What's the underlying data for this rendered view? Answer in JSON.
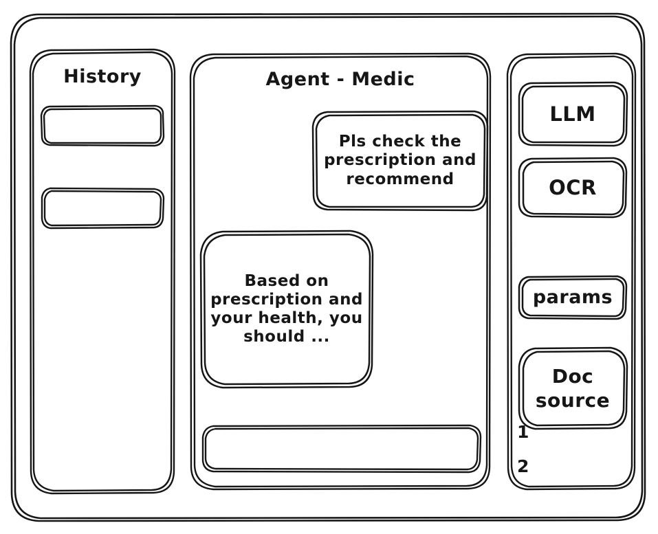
{
  "window": {
    "frame_name": "app-window"
  },
  "history": {
    "title": "History",
    "items": [
      {
        "label": ""
      },
      {
        "label": ""
      }
    ]
  },
  "main": {
    "title": "Agent - Medic",
    "messages": [
      {
        "role": "user",
        "text": "Pls check the prescription and recommend"
      },
      {
        "role": "agent",
        "text": "Based on prescription and your health, you should ..."
      }
    ],
    "composer": {
      "value": "",
      "placeholder": ""
    }
  },
  "tools": {
    "buttons": [
      {
        "label": "LLM"
      },
      {
        "label": "OCR"
      },
      {
        "label": "params"
      },
      {
        "label": "Doc source"
      }
    ],
    "doc_entries": [
      {
        "label": "1"
      },
      {
        "label": "2"
      }
    ]
  },
  "style": {
    "stroke": "#161616",
    "background": "#ffffff"
  }
}
